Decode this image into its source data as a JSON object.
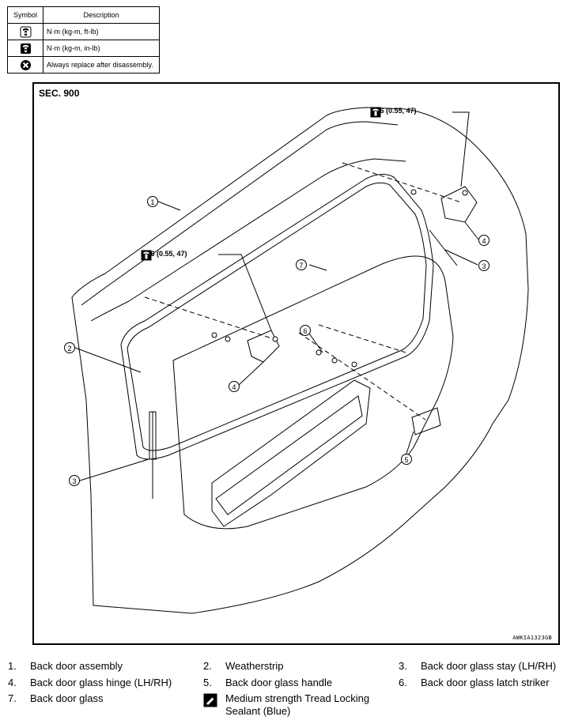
{
  "legend": {
    "headers": {
      "symbol": "Symbol",
      "description": "Description"
    },
    "rows": [
      {
        "icon": "torque-wrench-icon",
        "description": "N·m (kg-m, ft-lb)"
      },
      {
        "icon": "torque-wrench-inlb-icon",
        "description": "N·m (kg-m, in-lb)"
      },
      {
        "icon": "always-replace-icon",
        "description": "Always replace after disassembly."
      }
    ]
  },
  "diagram": {
    "section": "SEC. 900",
    "figure_code": "AWKIA1323GB",
    "torque_labels": [
      {
        "value": "5.36 (0.55, 47)"
      },
      {
        "value": "5.36 (0.55, 47)"
      }
    ],
    "callouts": [
      "1",
      "2",
      "3",
      "4",
      "7",
      "6",
      "4",
      "3",
      "5"
    ]
  },
  "parts": [
    {
      "num": "1.",
      "name": "Back door assembly"
    },
    {
      "num": "2.",
      "name": "Weatherstrip"
    },
    {
      "num": "3.",
      "name": "Back door glass stay (LH/RH)"
    },
    {
      "num": "4.",
      "name": "Back door glass hinge (LH/RH)"
    },
    {
      "num": "5.",
      "name": "Back door glass handle"
    },
    {
      "num": "6.",
      "name": "Back door glass latch striker"
    },
    {
      "num": "7.",
      "name": "Back door glass"
    }
  ],
  "sealant": {
    "icon": "sealant-pen-icon",
    "line1": "Medium strength Tread Locking",
    "line2": "Sealant (Blue)"
  }
}
